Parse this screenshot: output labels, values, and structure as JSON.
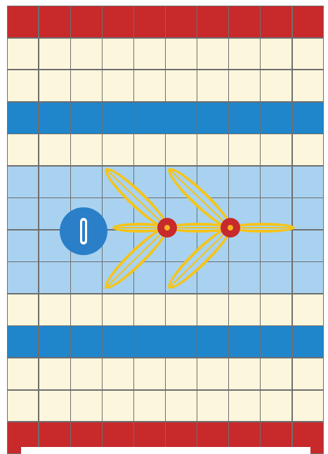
{
  "board": {
    "columns": 10,
    "rows": [
      "border",
      "empty",
      "empty",
      "lane",
      "empty",
      "water",
      "water",
      "water",
      "water",
      "empty",
      "lane",
      "empty",
      "empty",
      "border"
    ],
    "colors": {
      "border": "#c8292b",
      "empty": "#fcf6dc",
      "lane": "#1f86cc",
      "water": "#a9d2f0",
      "grid_line": "#6f6f6f"
    }
  },
  "pieces": {
    "start_token": {
      "color": "#2a7fc8",
      "slot_color": "#ffffff",
      "icon": "keyhole-icon"
    },
    "node_color": "#c8292b",
    "node_center_color": "#f2b520",
    "branch_color": "#f5c418",
    "branch_inner_color": "#a9d2f0"
  }
}
